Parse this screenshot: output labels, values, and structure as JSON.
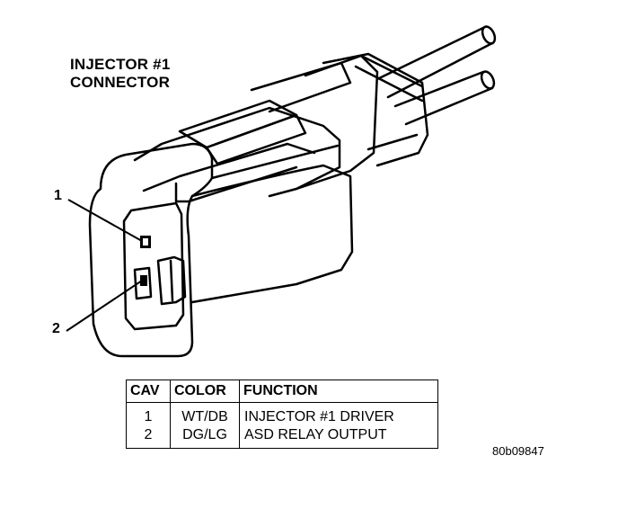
{
  "title": {
    "line1": "INJECTOR #1",
    "line2": "CONNECTOR"
  },
  "callouts": {
    "cav1": "1",
    "cav2": "2"
  },
  "table": {
    "headers": {
      "cav": "CAV",
      "color": "COLOR",
      "function": "FUNCTION"
    },
    "rows": [
      {
        "cav": "1",
        "color": "WT/DB",
        "function": "INJECTOR #1 DRIVER"
      },
      {
        "cav": "2",
        "color": "DG/LG",
        "function": "ASD RELAY OUTPUT"
      }
    ]
  },
  "figure_id": "80b09847"
}
